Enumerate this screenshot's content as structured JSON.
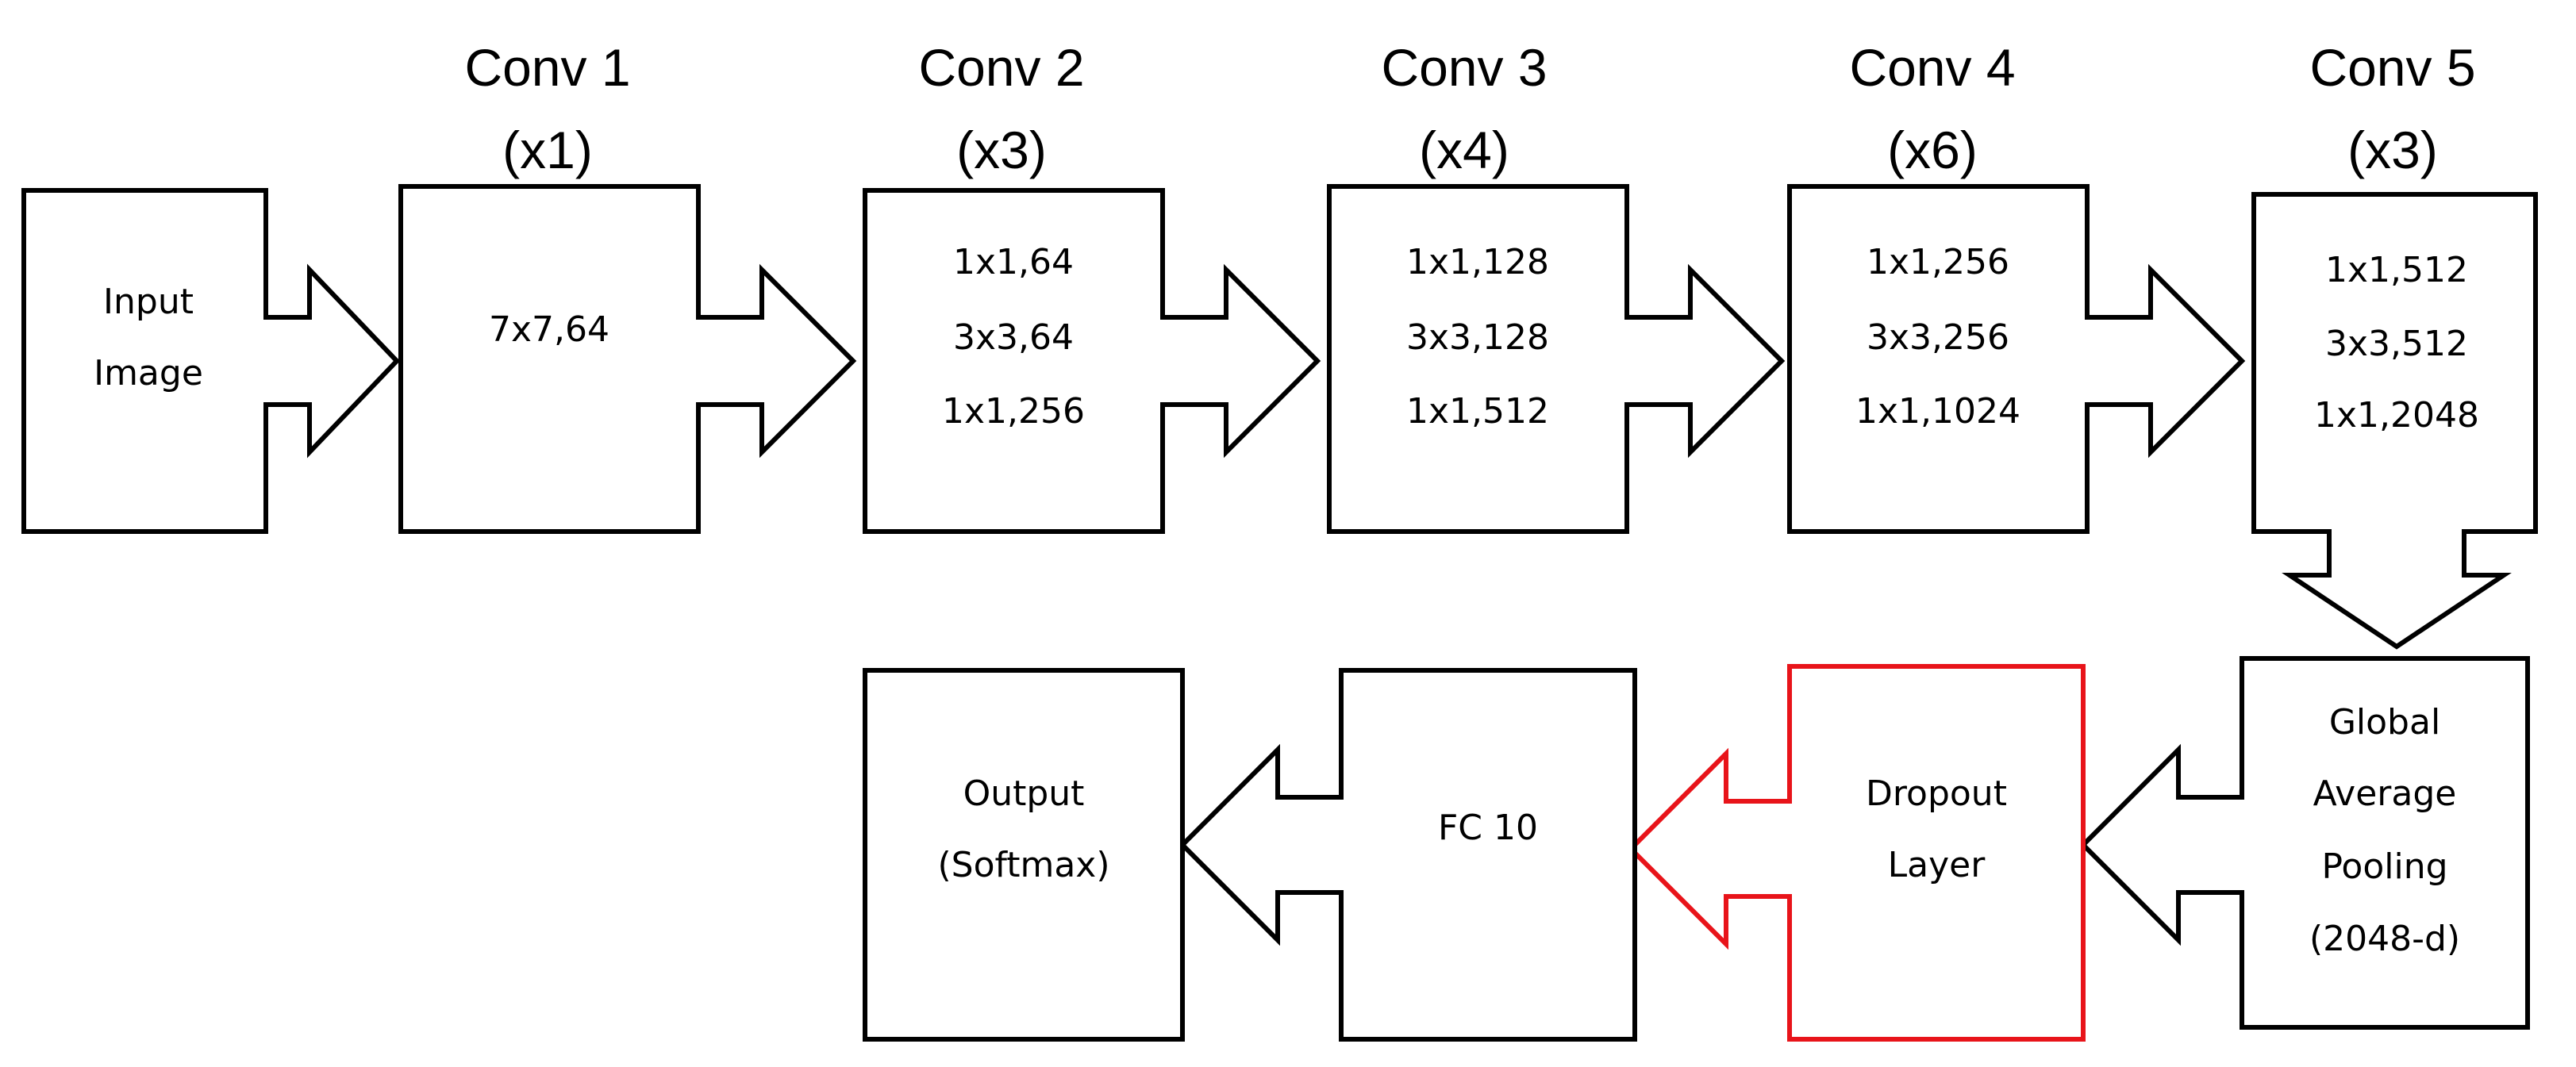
{
  "colors": {
    "stroke": "#000000",
    "highlight": "#e8141a",
    "background": "#ffffff"
  },
  "stages": [
    {
      "title": "Conv 1",
      "repeat": "(x1)",
      "lines": [
        "7x7,64"
      ]
    },
    {
      "title": "Conv 2",
      "repeat": "(x3)",
      "lines": [
        "1x1,64",
        "3x3,64",
        "1x1,256"
      ]
    },
    {
      "title": "Conv 3",
      "repeat": "(x4)",
      "lines": [
        "1x1,128",
        "3x3,128",
        "1x1,512"
      ]
    },
    {
      "title": "Conv 4",
      "repeat": "(x6)",
      "lines": [
        "1x1,256",
        "3x3,256",
        "1x1,1024"
      ]
    },
    {
      "title": "Conv 5",
      "repeat": "(x3)",
      "lines": [
        "1x1,512",
        "3x3,512",
        "1x1,2048"
      ]
    }
  ],
  "input": {
    "lines": [
      "Input",
      "Image"
    ]
  },
  "gap": {
    "lines": [
      "Global",
      "Average",
      "Pooling",
      "(2048-d)"
    ]
  },
  "dropout": {
    "lines": [
      "Dropout",
      "Layer"
    ]
  },
  "fc": {
    "lines": [
      "FC 10"
    ]
  },
  "output": {
    "lines": [
      "Output",
      "(Softmax)"
    ]
  }
}
